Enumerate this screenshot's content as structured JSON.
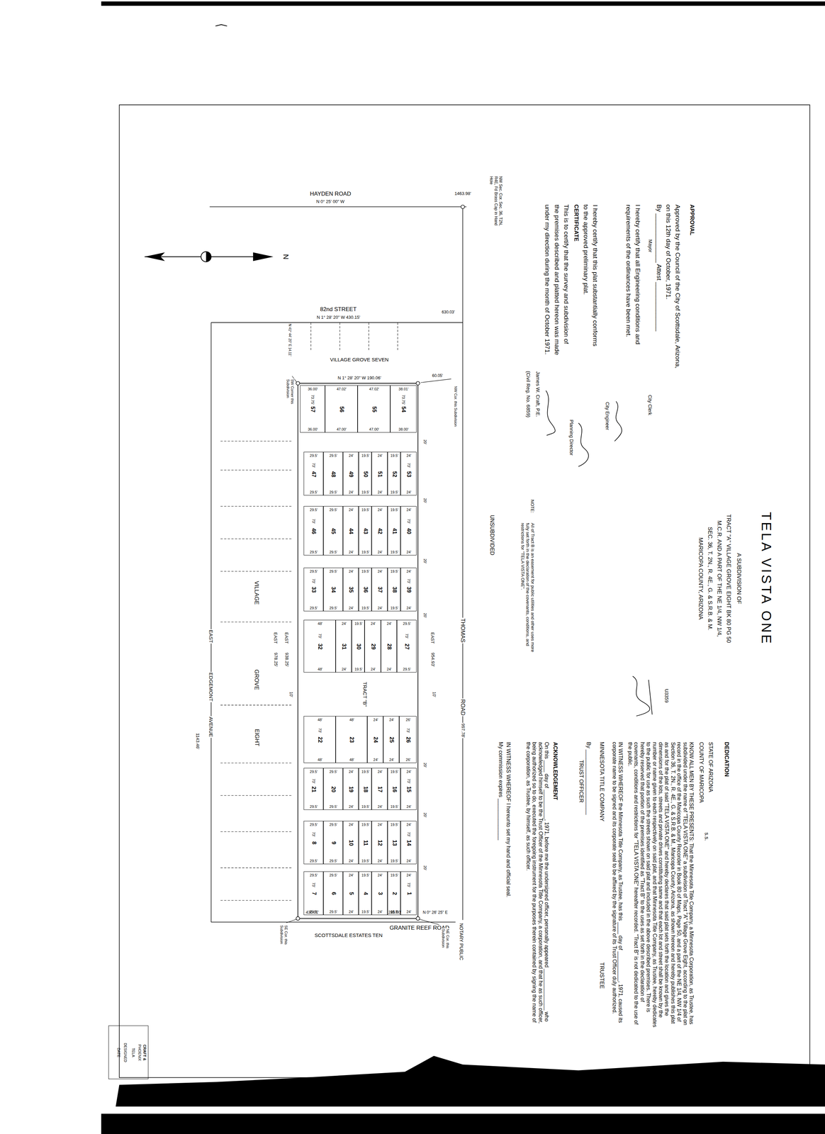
{
  "diagram": {
    "title": "TELA VISTA ONE",
    "nodes": [
      {
        "text": [
          "1",
          "24'",
          "24'",
          "73'"
        ]
      },
      {
        "text": [
          "2",
          "19.5'",
          "19.5'"
        ]
      },
      {
        "text": [
          "3",
          "24'",
          "24'"
        ]
      },
      {
        "text": [
          "4",
          "19.5'",
          "19.5'"
        ]
      },
      {
        "text": [
          "5",
          "24'",
          "24'"
        ]
      },
      {
        "text": [
          "6",
          "29.5'",
          "29.5'"
        ]
      },
      {
        "text": [
          "7",
          "29.5'",
          "29.5'",
          "73'"
        ]
      },
      {
        "text": [
          "8",
          "29.5'",
          "29.5'",
          "73'"
        ]
      },
      {
        "text": [
          "9",
          "29.5'",
          "29.5'"
        ]
      },
      {
        "text": [
          "10",
          "24'",
          "24'"
        ]
      },
      {
        "text": [
          "11",
          "19.5'",
          "19.5'"
        ]
      },
      {
        "text": [
          "12",
          "24'",
          "24'"
        ]
      },
      {
        "text": [
          "13",
          "19.5'",
          "19.5'"
        ]
      },
      {
        "text": [
          "14",
          "24'",
          "24'",
          "73'"
        ]
      },
      {
        "text": [
          "15",
          "24'",
          "24'",
          "73'"
        ]
      },
      {
        "text": [
          "16",
          "19.5'",
          "19.5'"
        ]
      },
      {
        "text": [
          "17",
          "24'",
          "24'"
        ]
      },
      {
        "text": [
          "18",
          "19.5'",
          "19.5'"
        ]
      },
      {
        "text": [
          "19",
          "24'",
          "24'"
        ]
      },
      {
        "text": [
          "20",
          "29.5'",
          "29.5'"
        ]
      },
      {
        "text": [
          "21",
          "29.5'",
          "29.5'",
          "73'"
        ]
      },
      {
        "text": [
          "22",
          "48'",
          "48'",
          "73'"
        ]
      },
      {
        "text": [
          "23",
          "48'",
          "48'"
        ]
      },
      {
        "text": [
          "24",
          "24'",
          "24'"
        ]
      },
      {
        "text": [
          "25",
          "24'",
          "24'"
        ]
      },
      {
        "text": [
          "26",
          "26'",
          "26'",
          "73'"
        ]
      },
      {
        "text": [
          "27",
          "29.5'",
          "29.5'",
          "73'"
        ]
      },
      {
        "text": [
          "28",
          "24'",
          "24'"
        ]
      },
      {
        "text": [
          "29",
          "24'",
          "24'"
        ]
      },
      {
        "text": [
          "30",
          "19.5'",
          "19.5'"
        ]
      },
      {
        "text": [
          "31",
          "24'",
          "24'"
        ]
      },
      {
        "text": [
          "32",
          "48'",
          "48'",
          "73'"
        ]
      },
      {
        "text": [
          "33",
          "29.5'",
          "29.5'",
          "73'"
        ]
      },
      {
        "text": [
          "34",
          "29.5'",
          "29.5'"
        ]
      },
      {
        "text": [
          "35",
          "24'",
          "24'"
        ]
      },
      {
        "text": [
          "36",
          "19.5'",
          "19.5'"
        ]
      },
      {
        "text": [
          "37",
          "24'",
          "24'"
        ]
      },
      {
        "text": [
          "38",
          "19.5'",
          "19.5'"
        ]
      },
      {
        "text": [
          "39",
          "24'",
          "24'",
          "73'"
        ]
      },
      {
        "text": [
          "40",
          "24'",
          "24'",
          "73'"
        ]
      },
      {
        "text": [
          "41",
          "19.5'",
          "19.5'"
        ]
      },
      {
        "text": [
          "42",
          "24'",
          "24'"
        ]
      },
      {
        "text": [
          "43",
          "19.5'",
          "19.5'"
        ]
      },
      {
        "text": [
          "44",
          "24'",
          "24'"
        ]
      },
      {
        "text": [
          "45",
          "29.5'",
          "29.5'"
        ]
      },
      {
        "text": [
          "46",
          "29.5'",
          "29.5'",
          "73'"
        ]
      },
      {
        "text": [
          "47",
          "29.5'",
          "29.5'",
          "73'"
        ]
      },
      {
        "text": [
          "48",
          "29.5'",
          "29.5'"
        ]
      },
      {
        "text": [
          "49",
          "24'",
          "24'"
        ]
      },
      {
        "text": [
          "50",
          "19.5'",
          "19.5'"
        ]
      },
      {
        "text": [
          "51",
          "24'",
          "24'"
        ]
      },
      {
        "text": [
          "52",
          "19.5'",
          "19.5'"
        ]
      },
      {
        "text": [
          "53",
          "24'",
          "24'",
          "73'"
        ]
      },
      {
        "text": [
          "54",
          "38.01'",
          "38.00'",
          "73.75'"
        ]
      },
      {
        "text": [
          "55",
          "47.02'",
          "47.00'"
        ]
      },
      {
        "text": [
          "56",
          "47.02'",
          "47.00'"
        ]
      },
      {
        "text": [
          "57",
          "36.00'",
          "36.00'",
          "73.75'"
        ]
      },
      {
        "text": [
          "CRAFT &",
          "PHOENIX",
          "TELA",
          "DESIGNED",
          "DATE"
        ]
      }
    ],
    "labels": [
      "A SUBDIVISION OF",
      "TRACT \"A\" VILLAGE GROVE EIGHT BK 80 PG 50",
      "M.C.R. AND A PART OF THE NE 1/4, NW 1/4,",
      "SEC. 36, T. 2N., R. 4E., G. & S.R.B. & M.",
      "MARICOPA COUNTY, ARIZONA",
      "APPROVAL",
      "Approved by the Council of the City of Scottsdale, Arizona,",
      "on this 12th day of October, 1971.",
      "By ______________ Attest ______________",
      "Mayor",
      "City Clerk",
      "I hereby certify that all Engineering conditions and",
      "requirements of the ordinances have been met.",
      "City Engineer",
      "I hereby certify that this plat substantially conforms",
      "to the approved preliminary plat.",
      "Planning Director",
      "CERTIFICATE",
      "This is to certify that the survey and subdivision of",
      "the premises described and platted hereon was made",
      "under my direction during the month of October 1971.",
      "James W. Craft, P.E.",
      "(Civil Reg. No. 6859)",
      "DEDICATION",
      "STATE OF ARIZONA",
      "COUNTY OF MARICOPA",
      "s.s.",
      "KNOW ALL MEN BY THESE PRESENTS: That the Minnesota Title Company, a Minnesota Corporation, as Trustee, has subdivided under the name of \"TELA VISTA ONE\" a subdivision of Tract \"A\" Village Grove Eight, according to the plat on record in the office of the Maricopa County Recorder in Book 80 of Maps, Page 50, and a part of the NE 1/4, NW 1/4 of Section 36, T. 2N., R. 4E., G. & S.R.B. & M., Maricopa County, Arizona, as shown hereon and hereby publishes this plat as and for the plat of said \"TELA VISTA ONE\" and hereby declares that said plat sets forth the location and gives the dimensions of the lots, streets and private drives constituting same and that each lot and street shall be known by the number or name given to each respectively on said plat, and that Minnesota Title Company, as Trustee, hereby dedicates to the public for use as such the streets shown on said plat and included in the above described premises. There is hereby reserved that portion of the premises identified as \"Tract B\" to the uses as set forth in the declaration of covenants, conditions and restrictions for \"TELA VISTA ONE\" hereafter recorded. \"Tract B\" is not dedicated to the use of the public.",
      "IN WITNESS WHEREOF the Minnesota Title Company, as Trustee, has this ____ day of __________, 1971, caused its corporate name to be signed and its corporate seal to be affixed by the signature of its Trust Officer duly authorized.",
      "MINNESOTA TITLE COMPANY",
      "TRUSTEE",
      "By ______________________",
      "TRUST OFFICER",
      "ACKNOWLEDGEMENT",
      "On this ____ day of __________, 1971, before me the undersigned officer, personally appeared ______________ who acknowledged himself to be the Trust Officer of the Minnesota Title Company, a corporation, and that he as such officer, being authorized so to do, executed the foregoing instrument for the purposes therein contained by signing the name of the corporation, as Trustee, by himself, as such officer.",
      "IN WITNESS WHEREOF I hereunto set my hand and official seal.",
      "My commission expires ______________",
      "NOTARY PUBLIC",
      "U3359",
      "HAYDEN ROAD",
      "N 0° 25' 00\" W",
      "1463.98'",
      "NW Sec. Cor. Sec. 36, T2N, R4E, Fd Brass Cap in Hand Hole",
      "82nd STREET",
      "N 1° 28' 20\" W 430.15'",
      "630.03'",
      "60.05'",
      "VILLAGE GROVE SEVEN",
      "N 1° 28' 20\" W 190.06'",
      "NW Cor. this Subdivision",
      "SW Corner this Subdivision",
      "N 41° 44' 20\" E 14.11'",
      "EAST",
      "954.93'",
      "THOMAS",
      "ROAD",
      "997.78'",
      "EAST",
      "938.25'",
      "EAST",
      "978.25'",
      "10'",
      "10'",
      "TRACT \"B\"",
      "UNSUBDIVIDED",
      "NOTE:",
      "All of Tract B is an easement for public utilities and other uses more fully set forth in the declaration of the covenants, conditions, and restrictions for \"TELA VISTA ONE\".",
      "VILLAGE",
      "GROVE",
      "EIGHT",
      "EAST",
      "EDGEMONT",
      "AVENUE",
      "1143.46'",
      "GRANITE REEF ROAD",
      "N 0° 26' 25\" E",
      "285.00'",
      "430.01'",
      "SCOTTSDALE ESTATES TEN",
      "SE Cor. this Subdivision",
      "NE Cor. this Subdivision",
      "N",
      "20'",
      "20'",
      "20'",
      "20'",
      "20'",
      "20'",
      "20'"
    ]
  }
}
